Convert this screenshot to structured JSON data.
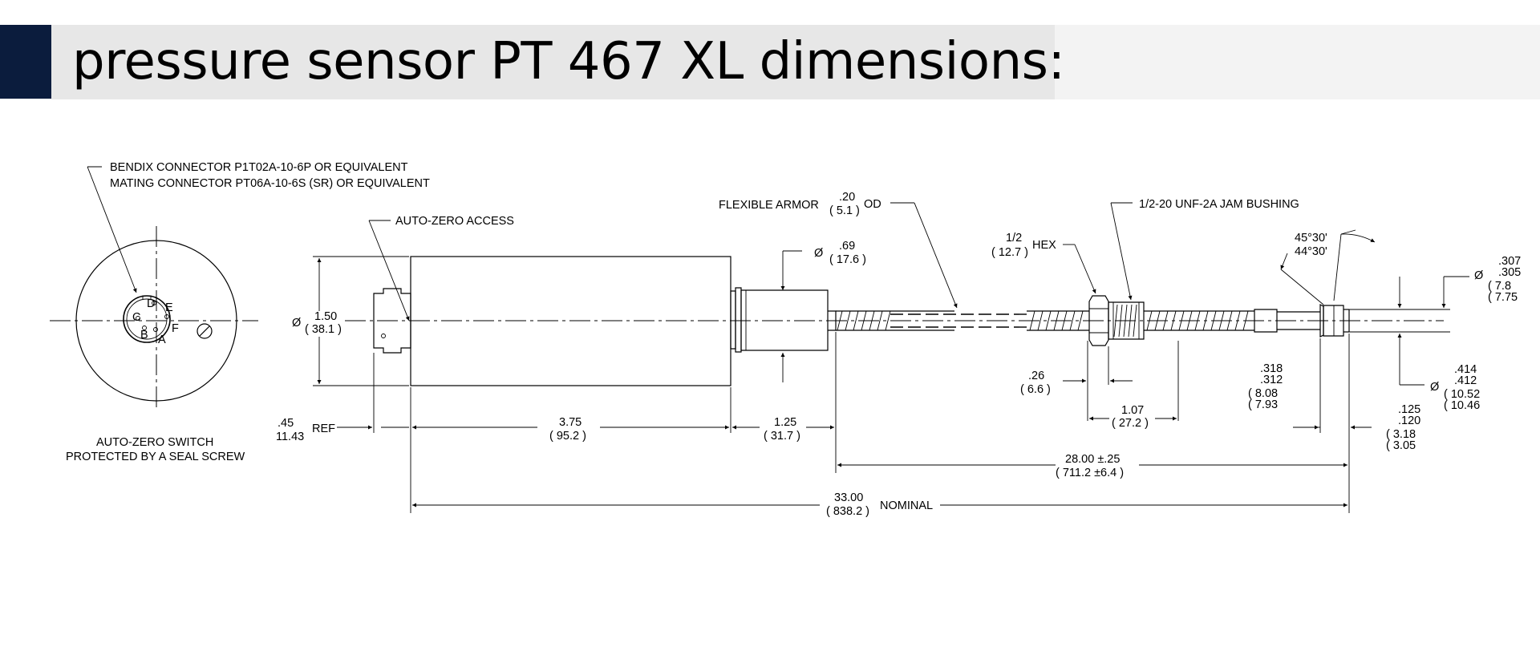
{
  "page": {
    "title": "pressure sensor PT 467 XL dimensions:"
  },
  "callouts": {
    "connector_line1": "BENDIX  CONNECTOR  P1T02A-10-6P OR EQUIVALENT",
    "connector_line2": "MATING  CONNECTOR  PT06A-10-6S (SR) OR EQUIVALENT",
    "auto_zero_access": "AUTO-ZERO ACCESS",
    "auto_zero_switch_line1": "AUTO-ZERO SWITCH",
    "auto_zero_switch_line2": "PROTECTED BY A SEAL SCREW",
    "flexible_armor": "FLEXIBLE  ARMOR",
    "armor_in": ".20",
    "armor_mm": "( 5.1 )",
    "armor_od": "OD",
    "jam_bushing": "1/2-20 UNF-2A  JAM BUSHING",
    "hex_in": "1/2",
    "hex_mm": "( 12.7 )",
    "hex_label": "HEX"
  },
  "pins": {
    "a": "A",
    "b": "B",
    "c": "C",
    "d": "D",
    "e": "E",
    "f": "F"
  },
  "dimensions": {
    "diameter_symbol": "Ø",
    "body_dia_in": "1.50",
    "body_dia_mm": "( 38.1 )",
    "collar_dia_in": ".69",
    "collar_dia_mm": "( 17.6 )",
    "ref_in": ".45",
    "ref_mm": "11.43",
    "ref_label": "REF",
    "body_len_in": "3.75",
    "body_len_mm": "( 95.2 )",
    "collar_len_in": "1.25",
    "collar_len_mm": "( 31.7 )",
    "thread_len_in": ".26",
    "thread_len_mm": "( 6.6 )",
    "bushing_len_in": "1.07",
    "bushing_len_mm": "( 27.2 )",
    "armor_len_in": "28.00 ±.25",
    "armor_len_mm": "( 711.2 ±6.4 )",
    "overall_in": "33.00",
    "overall_mm": "( 838.2 )",
    "overall_label": "NOMINAL",
    "shoulder_in_a": ".318",
    "shoulder_in_b": ".312",
    "shoulder_mm_a": "( 8.08",
    "shoulder_mm_b": "( 7.93",
    "flange_w_in_a": ".125",
    "flange_w_in_b": ".120",
    "flange_w_mm_a": "( 3.18",
    "flange_w_mm_b": "( 3.05",
    "tip_dia_in_a": ".307",
    "tip_dia_in_b": ".305",
    "tip_dia_mm_a": "( 7.8",
    "tip_dia_mm_b": "( 7.75",
    "flange_dia_in_a": ".414",
    "flange_dia_in_b": ".412",
    "flange_dia_mm_a": "( 10.52",
    "flange_dia_mm_b": "( 10.46",
    "angle_a": "45°30'",
    "angle_b": "44°30'"
  }
}
